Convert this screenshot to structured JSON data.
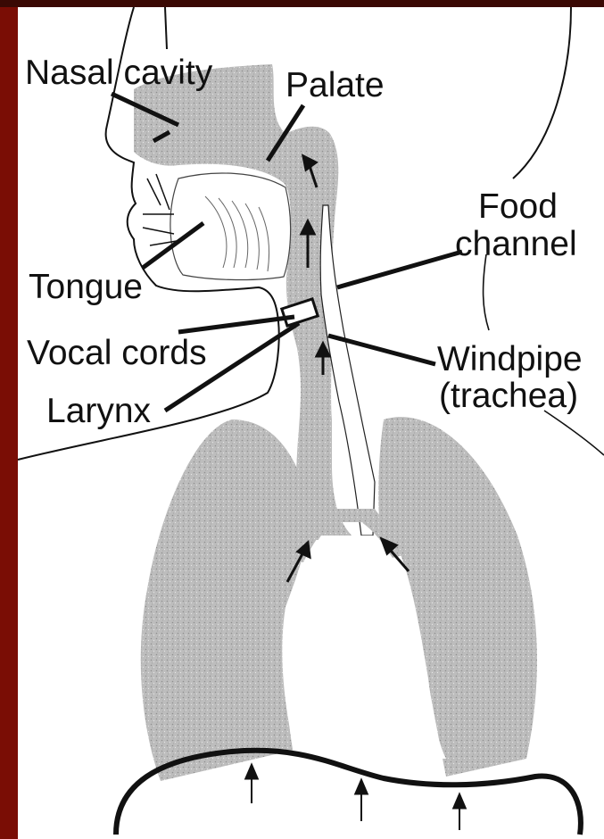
{
  "colors": {
    "frame_left": "#7a0d05",
    "frame_top": "#3a0904",
    "tissue": "#bdbdbd",
    "ink": "#111111",
    "background": "#ffffff"
  },
  "labels": {
    "nasal_cavity": "Nasal cavity",
    "palate": "Palate",
    "food_channel": [
      "Food",
      "channel"
    ],
    "tongue": "Tongue",
    "vocal_cords": "Vocal cords",
    "larynx": "Larynx",
    "windpipe": [
      "Windpipe",
      "(trachea)"
    ]
  }
}
